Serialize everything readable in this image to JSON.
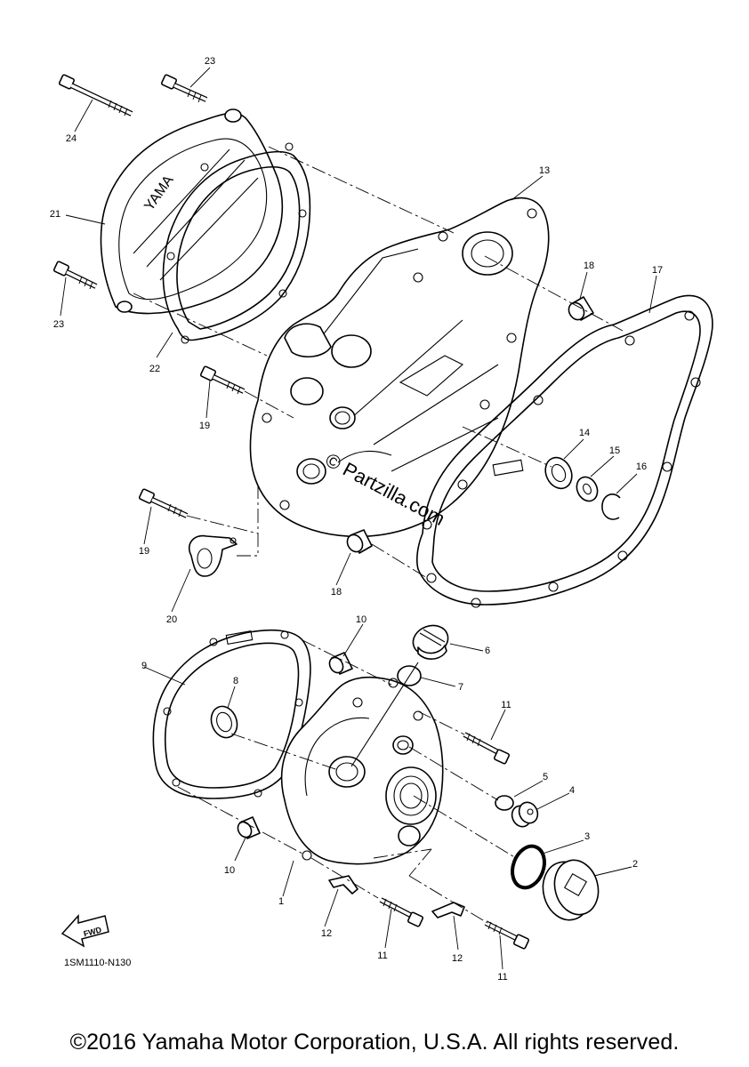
{
  "callouts": {
    "c1": "1",
    "c2": "2",
    "c3": "3",
    "c4": "4",
    "c5": "5",
    "c6": "6",
    "c7": "7",
    "c8": "8",
    "c9": "9",
    "c10a": "10",
    "c10b": "10",
    "c11a": "11",
    "c11b": "11",
    "c11c": "11",
    "c12a": "12",
    "c12b": "12",
    "c13": "13",
    "c14": "14",
    "c15": "15",
    "c16": "16",
    "c17": "17",
    "c18a": "18",
    "c18b": "18",
    "c19a": "19",
    "c19b": "19",
    "c20": "20",
    "c21": "21",
    "c22": "22",
    "c23a": "23",
    "c23b": "23",
    "c24": "24"
  },
  "watermark": "© Partzilla.com",
  "fwd_label": "FWD",
  "diagram_code": "1SM1110-N130",
  "copyright": "©2016 Yamaha Motor Corporation, U.S.A. All rights reserved."
}
